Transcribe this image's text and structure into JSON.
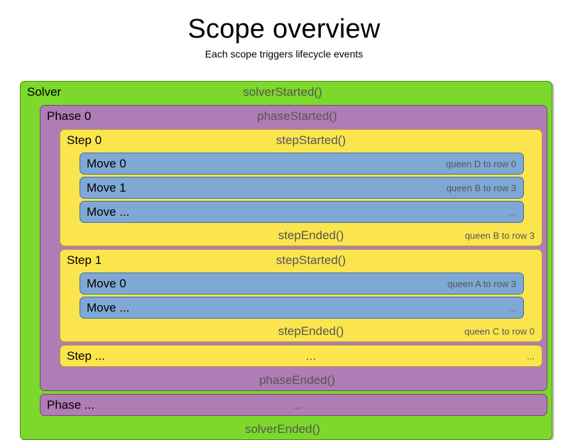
{
  "header": {
    "title": "Scope overview",
    "subtitle": "Each scope triggers lifecycle events"
  },
  "colors": {
    "solver": "#7cd92b",
    "solver_border": "#4f8c14",
    "phase": "#b07cb5",
    "phase_border": "#6f4a75",
    "step": "#fbe54e",
    "step_border": "#b5a12c",
    "move": "#7fa8d4",
    "move_border": "#3f6fa6",
    "event_text": "#555555",
    "label_text": "#000000",
    "background": "#ffffff"
  },
  "diagram": {
    "solver": {
      "label": "Solver",
      "started_event": "solverStarted()",
      "ended_event": "solverEnded()",
      "phases": [
        {
          "label": "Phase 0",
          "started_event": "phaseStarted()",
          "ended_event": "phaseEnded()",
          "steps": [
            {
              "label": "Step 0",
              "started_event": "stepStarted()",
              "ended_event": "stepEnded()",
              "ended_detail": "queen B to row 3",
              "moves": [
                {
                  "label": "Move 0",
                  "detail": "queen D to row 0"
                },
                {
                  "label": "Move 1",
                  "detail": "queen B to row 3"
                },
                {
                  "label": "Move ...",
                  "detail": "..."
                }
              ]
            },
            {
              "label": "Step 1",
              "started_event": "stepStarted()",
              "ended_event": "stepEnded()",
              "ended_detail": "queen C to row 0",
              "moves": [
                {
                  "label": "Move 0",
                  "detail": "queen A to row 3"
                },
                {
                  "label": "Move ...",
                  "detail": "..."
                }
              ]
            }
          ],
          "step_ellipsis": {
            "label": "Step ...",
            "center": "...",
            "right": "..."
          }
        }
      ],
      "phase_ellipsis": {
        "label": "Phase ...",
        "center": "...",
        "right": ""
      }
    }
  }
}
